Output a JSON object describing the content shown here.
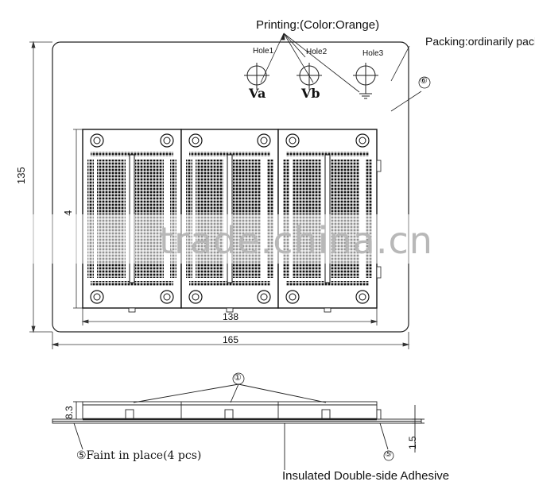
{
  "top_view": {
    "printing_note": "Printing:(Color:Orange)",
    "packing_note": "Packing:ordinarily pack",
    "hole_labels": [
      "Hole1",
      "Hole2",
      "Hole3"
    ],
    "terminal_labels": [
      "Va",
      "Vb"
    ],
    "callout_6": "⑥",
    "dim_height": "135",
    "dim_board_height": "4",
    "dim_inner_width": "138",
    "dim_outer_width": "165"
  },
  "side_view": {
    "callout_1": "①",
    "dim_height": "8.3",
    "dim_base": "1.5",
    "callout_5": "⑤",
    "faint_note": "⑤Faint in place(4 pcs)",
    "adhesive_note": "Insulated Double-side Adhesive"
  },
  "watermark": "trade.china.cn"
}
